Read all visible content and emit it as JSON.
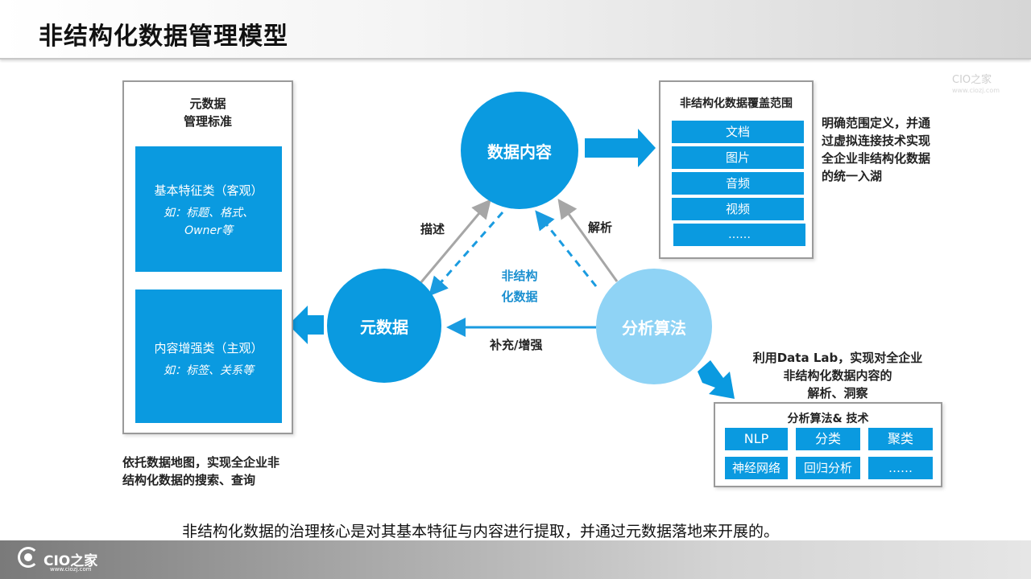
{
  "title": "非结构化数据管理模型",
  "watermark": {
    "brand": "CIO之家",
    "url": "www.ciozj.com"
  },
  "metadata_panel": {
    "heading_line1": "元数据",
    "heading_line2": "管理标准",
    "objective": {
      "label": "基本特征类（客观）",
      "examples_line1": "如：标题、格式、",
      "examples_line2": "Owner等"
    },
    "subjective": {
      "label": "内容增强类（主观）",
      "examples": "如：标签、关系等"
    }
  },
  "metadata_note_line1": "依托数据地图，实现全企业非",
  "metadata_note_line2": "结构化数据的搜索、查询",
  "nodes": {
    "content": "数据内容",
    "metadata": "元数据",
    "analysis": "分析算法"
  },
  "edges": {
    "describe": "描述",
    "parse": "解析",
    "supplement": "补充/增强",
    "center_line1": "非结构",
    "center_line2": "化数据"
  },
  "coverage": {
    "title": "非结构化数据覆盖范围",
    "items": [
      "文档",
      "图片",
      "音频",
      "视频",
      "……"
    ]
  },
  "coverage_note_line1": "明确范围定义，并通",
  "coverage_note_line2": "过虚拟连接技术实现",
  "coverage_note_line3": "全企业非结构化数据",
  "coverage_note_line4": "的统一入湖",
  "datalab_note_line1": "利用Data Lab，实现对全企业",
  "datalab_note_line2": "非结构化数据内容的",
  "datalab_note_line3": "解析、洞察",
  "algorithms": {
    "title": "分析算法& 技术",
    "items": [
      "NLP",
      "分类",
      "聚类",
      "神经网络",
      "回归分析",
      "……"
    ]
  },
  "summary": "非结构化数据的治理核心是对其基本特征与内容进行提取，并通过元数据落地来开展的。",
  "footer": {
    "brand": "CIO之家",
    "url": "www.ciozj.com"
  },
  "colors": {
    "primary_blue": "#0a9ae0",
    "light_blue": "#8fd3f5",
    "arrow_gray": "#a6a6a6",
    "dashed_blue": "#1a9be0"
  }
}
